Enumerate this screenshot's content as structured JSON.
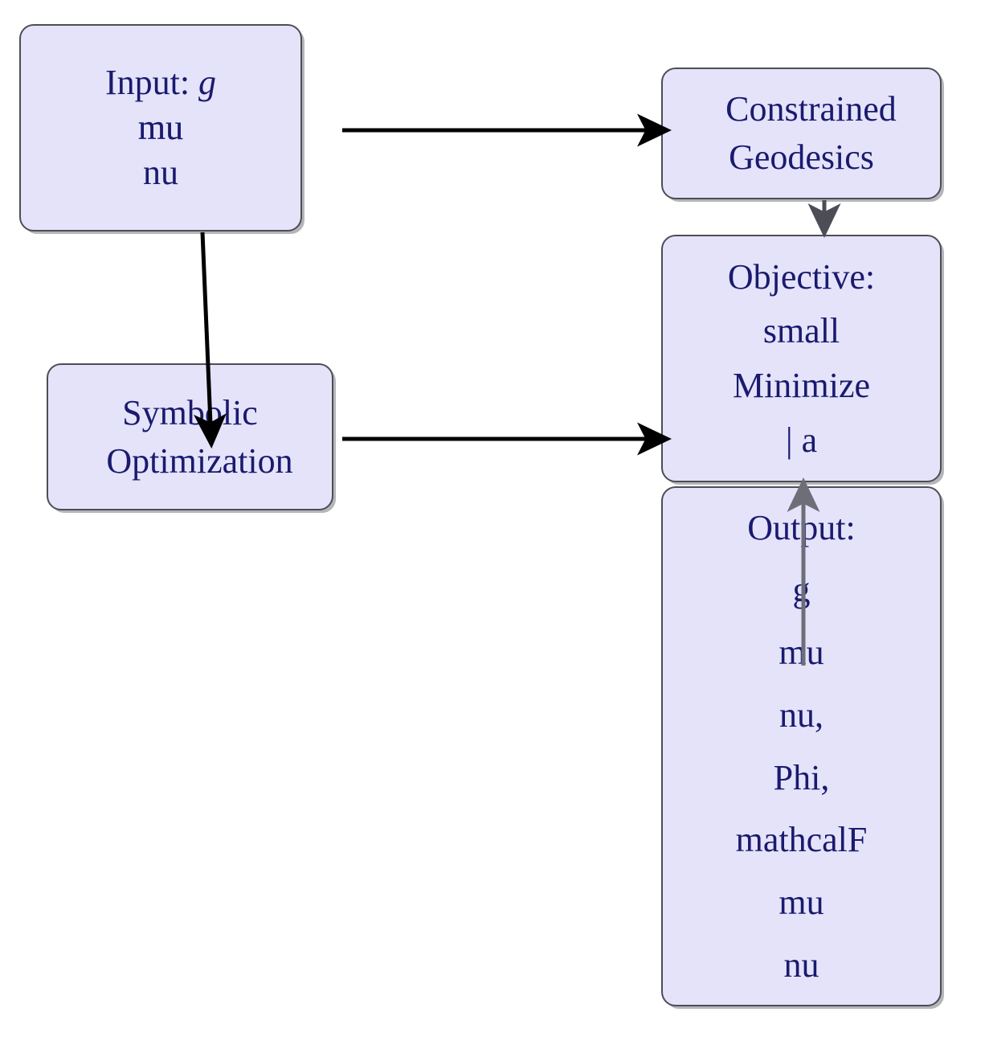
{
  "diagram": {
    "type": "flowchart",
    "background_color": "#ffffff",
    "node_fill_color": "#e4e3fa",
    "node_border_color": "#4d4d55",
    "text_color": "#1a1a6e",
    "arrow_color_primary": "#000000",
    "arrow_color_secondary": "#6e6e78"
  },
  "nodes": {
    "input": {
      "id": "input",
      "lines": [
        "Input: g",
        "mu",
        "nu"
      ],
      "line0_prefix": "Input:",
      "line0_math": "g",
      "overlap_text": "mu",
      "overlap_shadow": "mu"
    },
    "symbolic": {
      "id": "symbolic",
      "lines": [
        "Symbolic",
        "Optimization"
      ]
    },
    "constrained": {
      "id": "constrained",
      "lines": [
        "Constrained",
        "Geodesics"
      ]
    },
    "objective": {
      "id": "objective",
      "lines": [
        "Objective:",
        "small",
        "Minimize",
        "| a"
      ]
    },
    "output": {
      "id": "output",
      "lines": [
        "Output:",
        "g",
        "mu",
        "nu,",
        "Phi,",
        "mathcalF",
        "mu",
        "nu"
      ]
    }
  },
  "edges": [
    {
      "id": "input-to-constrained",
      "from": "input",
      "to": "constrained",
      "direction": "right",
      "color": "#000000"
    },
    {
      "id": "input-to-symbolic",
      "from": "input",
      "to": "symbolic",
      "direction": "down",
      "color": "#000000"
    },
    {
      "id": "constrained-to-objective",
      "from": "constrained",
      "to": "objective",
      "direction": "down",
      "color": "#4d4d55"
    },
    {
      "id": "symbolic-to-objective",
      "from": "symbolic",
      "to": "objective",
      "direction": "right",
      "color": "#000000"
    },
    {
      "id": "output-to-objective",
      "from": "output",
      "to": "objective",
      "direction": "up",
      "color": "#6e6e78"
    }
  ]
}
